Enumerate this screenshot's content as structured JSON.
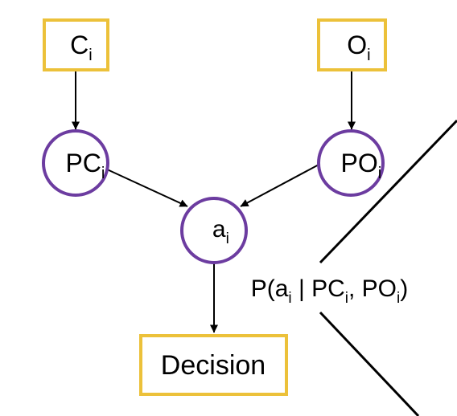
{
  "nodes": {
    "c": {
      "main": "C",
      "sub": "i"
    },
    "o": {
      "main": "O",
      "sub": "i"
    },
    "pc": {
      "main": "PC",
      "sub": "i"
    },
    "po": {
      "main": "PO",
      "sub": "i"
    },
    "a": {
      "main": "a",
      "sub": "i"
    },
    "decision": {
      "main": "Decision"
    }
  },
  "edge_label": {
    "p_open": "P(a",
    "sub1": "i",
    "mid": " | PC",
    "sub2": "i",
    "comma": ", PO",
    "sub3": "i",
    "close": ")"
  },
  "colors": {
    "box_border": "#ecc13a",
    "circle_border": "#6c3ca0",
    "edge": "#000000"
  }
}
